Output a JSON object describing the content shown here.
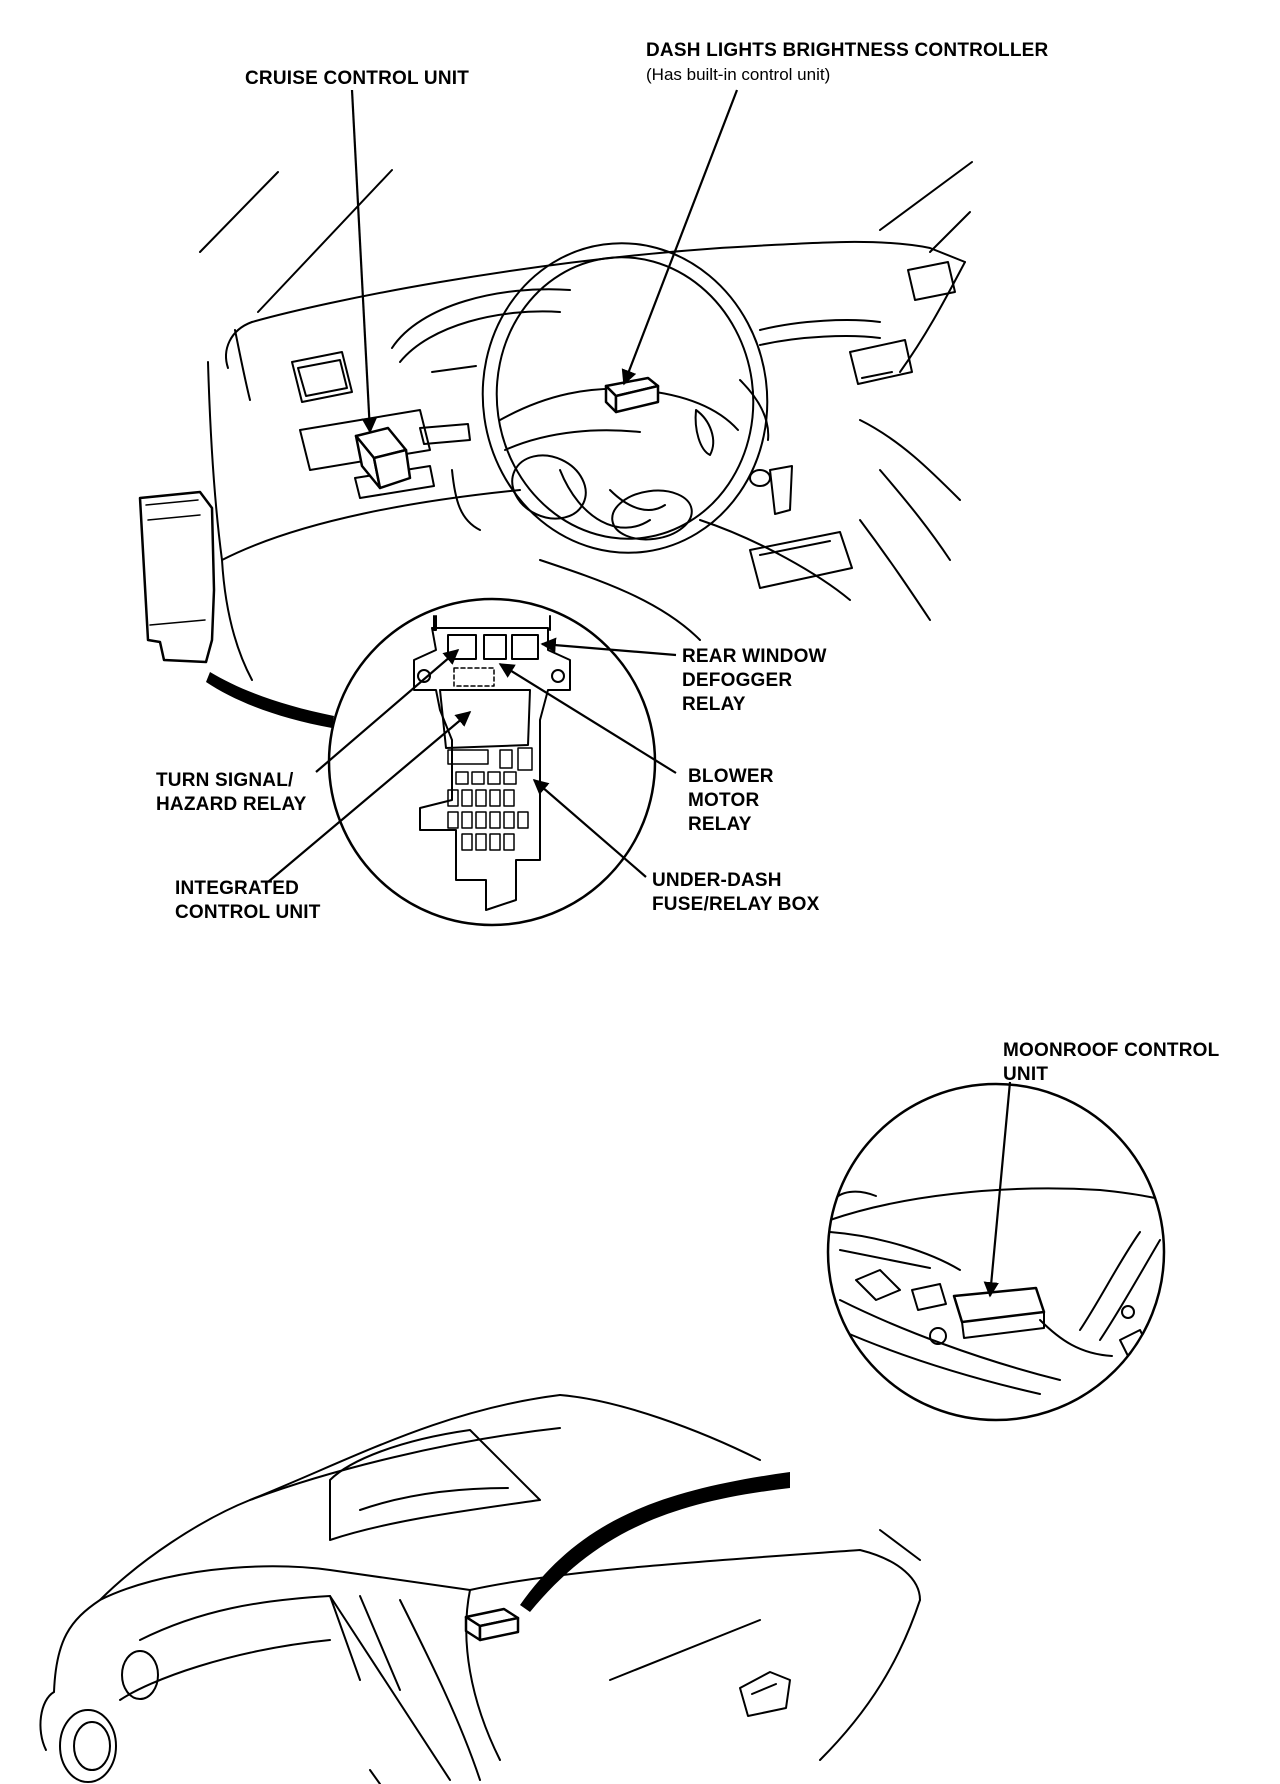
{
  "labels": {
    "cruise_control_unit": "CRUISE CONTROL UNIT",
    "dash_lights_controller": "DASH LIGHTS BRIGHTNESS CONTROLLER",
    "dash_lights_controller_note": "(Has built-in control unit)",
    "rear_window_defogger_relay": [
      "REAR WINDOW",
      "DEFOGGER",
      "RELAY"
    ],
    "turn_signal_hazard_relay": [
      "TURN SIGNAL/",
      "HAZARD RELAY"
    ],
    "blower_motor_relay": [
      "BLOWER",
      "MOTOR",
      "RELAY"
    ],
    "integrated_control_unit": [
      "INTEGRATED",
      "CONTROL UNIT"
    ],
    "under_dash_fuse_relay_box": [
      "UNDER-DASH",
      "FUSE/RELAY BOX"
    ],
    "moonroof_control_unit": [
      "MOONROOF CONTROL",
      "UNIT"
    ]
  }
}
